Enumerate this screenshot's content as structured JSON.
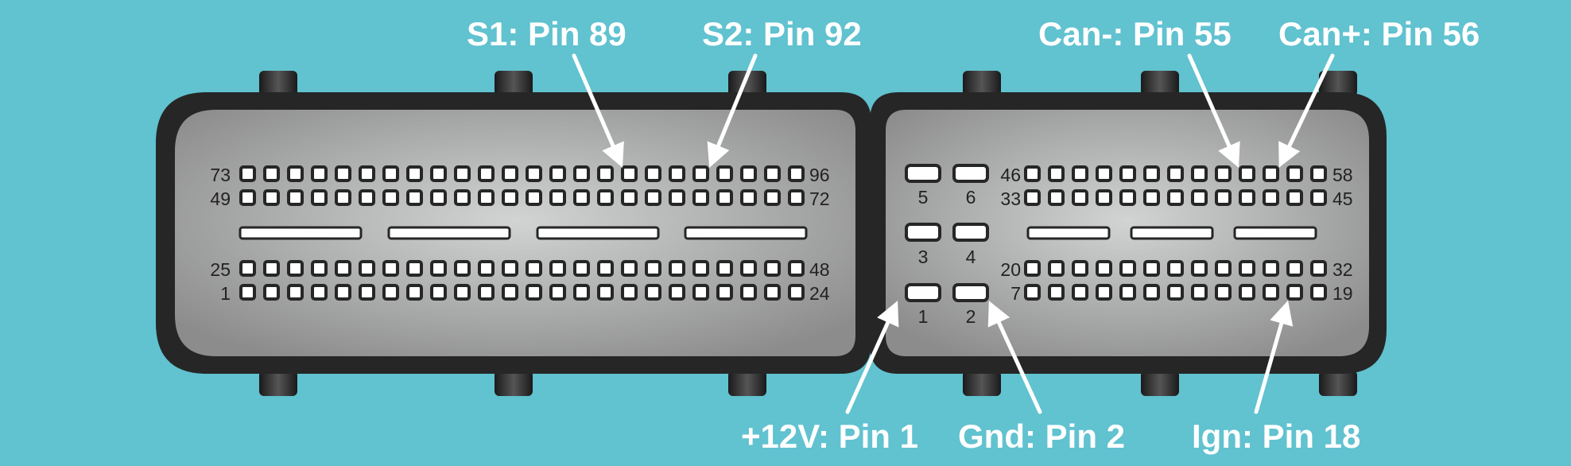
{
  "background_color": "#61c2d0",
  "callouts": {
    "s1": "S1: Pin 89",
    "s2": "S2: Pin 92",
    "can_minus": "Can-: Pin 55",
    "can_plus": "Can+: Pin 56",
    "v12": "+12V: Pin 1",
    "gnd": "Gnd: Pin 2",
    "ign": "Ign: Pin 18"
  },
  "left_connector": {
    "row1_left": "73",
    "row1_right": "96",
    "row2_left": "49",
    "row2_right": "72",
    "row3_left": "25",
    "row3_right": "48",
    "row4_left": "1",
    "row4_right": "24"
  },
  "right_connector": {
    "power_pins": [
      "5",
      "6",
      "3",
      "4",
      "1",
      "2"
    ],
    "row1_left": "46",
    "row1_right": "58",
    "row2_left": "33",
    "row2_right": "45",
    "row3_left": "20",
    "row3_right": "32",
    "row4_left": "7",
    "row4_right": "19"
  },
  "colors": {
    "housing_border": "#262626",
    "housing_face": "#b4b4b4",
    "callout_text": "#ffffff",
    "arrow": "#ffffff"
  }
}
